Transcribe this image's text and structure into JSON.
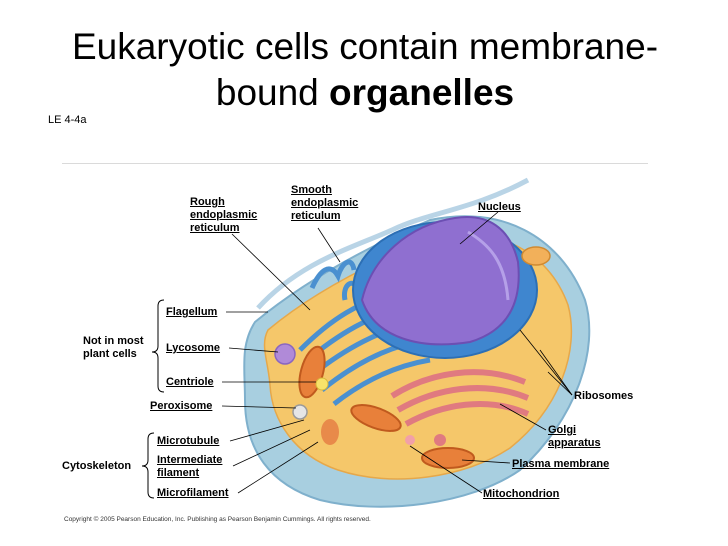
{
  "slide": {
    "title_line1": "Eukaryotic cells contain membrane-",
    "title_line2_plain": "bound ",
    "title_line2_bold": "organelles",
    "figure_code": "LE 4-4a",
    "copyright": "Copyright © 2005 Pearson Education, Inc. Publishing as Pearson Benjamin Cummings. All rights reserved."
  },
  "labels": {
    "rough_er": [
      "Rough",
      "endoplasmic",
      "reticulum"
    ],
    "smooth_er": [
      "Smooth",
      "endoplasmic",
      "reticulum"
    ],
    "nucleus": "Nucleus",
    "flagellum": "Flagellum",
    "lycosome": "Lycosome",
    "centriole": "Centriole",
    "not_in_most_plant_cells": [
      "Not in most",
      "plant cells"
    ],
    "peroxisome": "Peroxisome",
    "microtubule": "Microtubule",
    "intermediate_filament": [
      "Intermediate",
      "filament"
    ],
    "microfilament": "Microfilament",
    "cytoskeleton": "Cytoskeleton",
    "ribosomes": "Ribosomes",
    "golgi_apparatus": [
      "Golgi",
      "apparatus"
    ],
    "plasma_membrane": "Plasma membrane",
    "mitochondrion": "Mitochondrion"
  },
  "colors": {
    "cytoplasm": "#f5c76a",
    "membrane": "#a8cfe0",
    "er": "#4a90d0",
    "nucleus": "#8f6fd0",
    "golgi": "#e07a80",
    "mitochondrion": "#e8803a"
  }
}
